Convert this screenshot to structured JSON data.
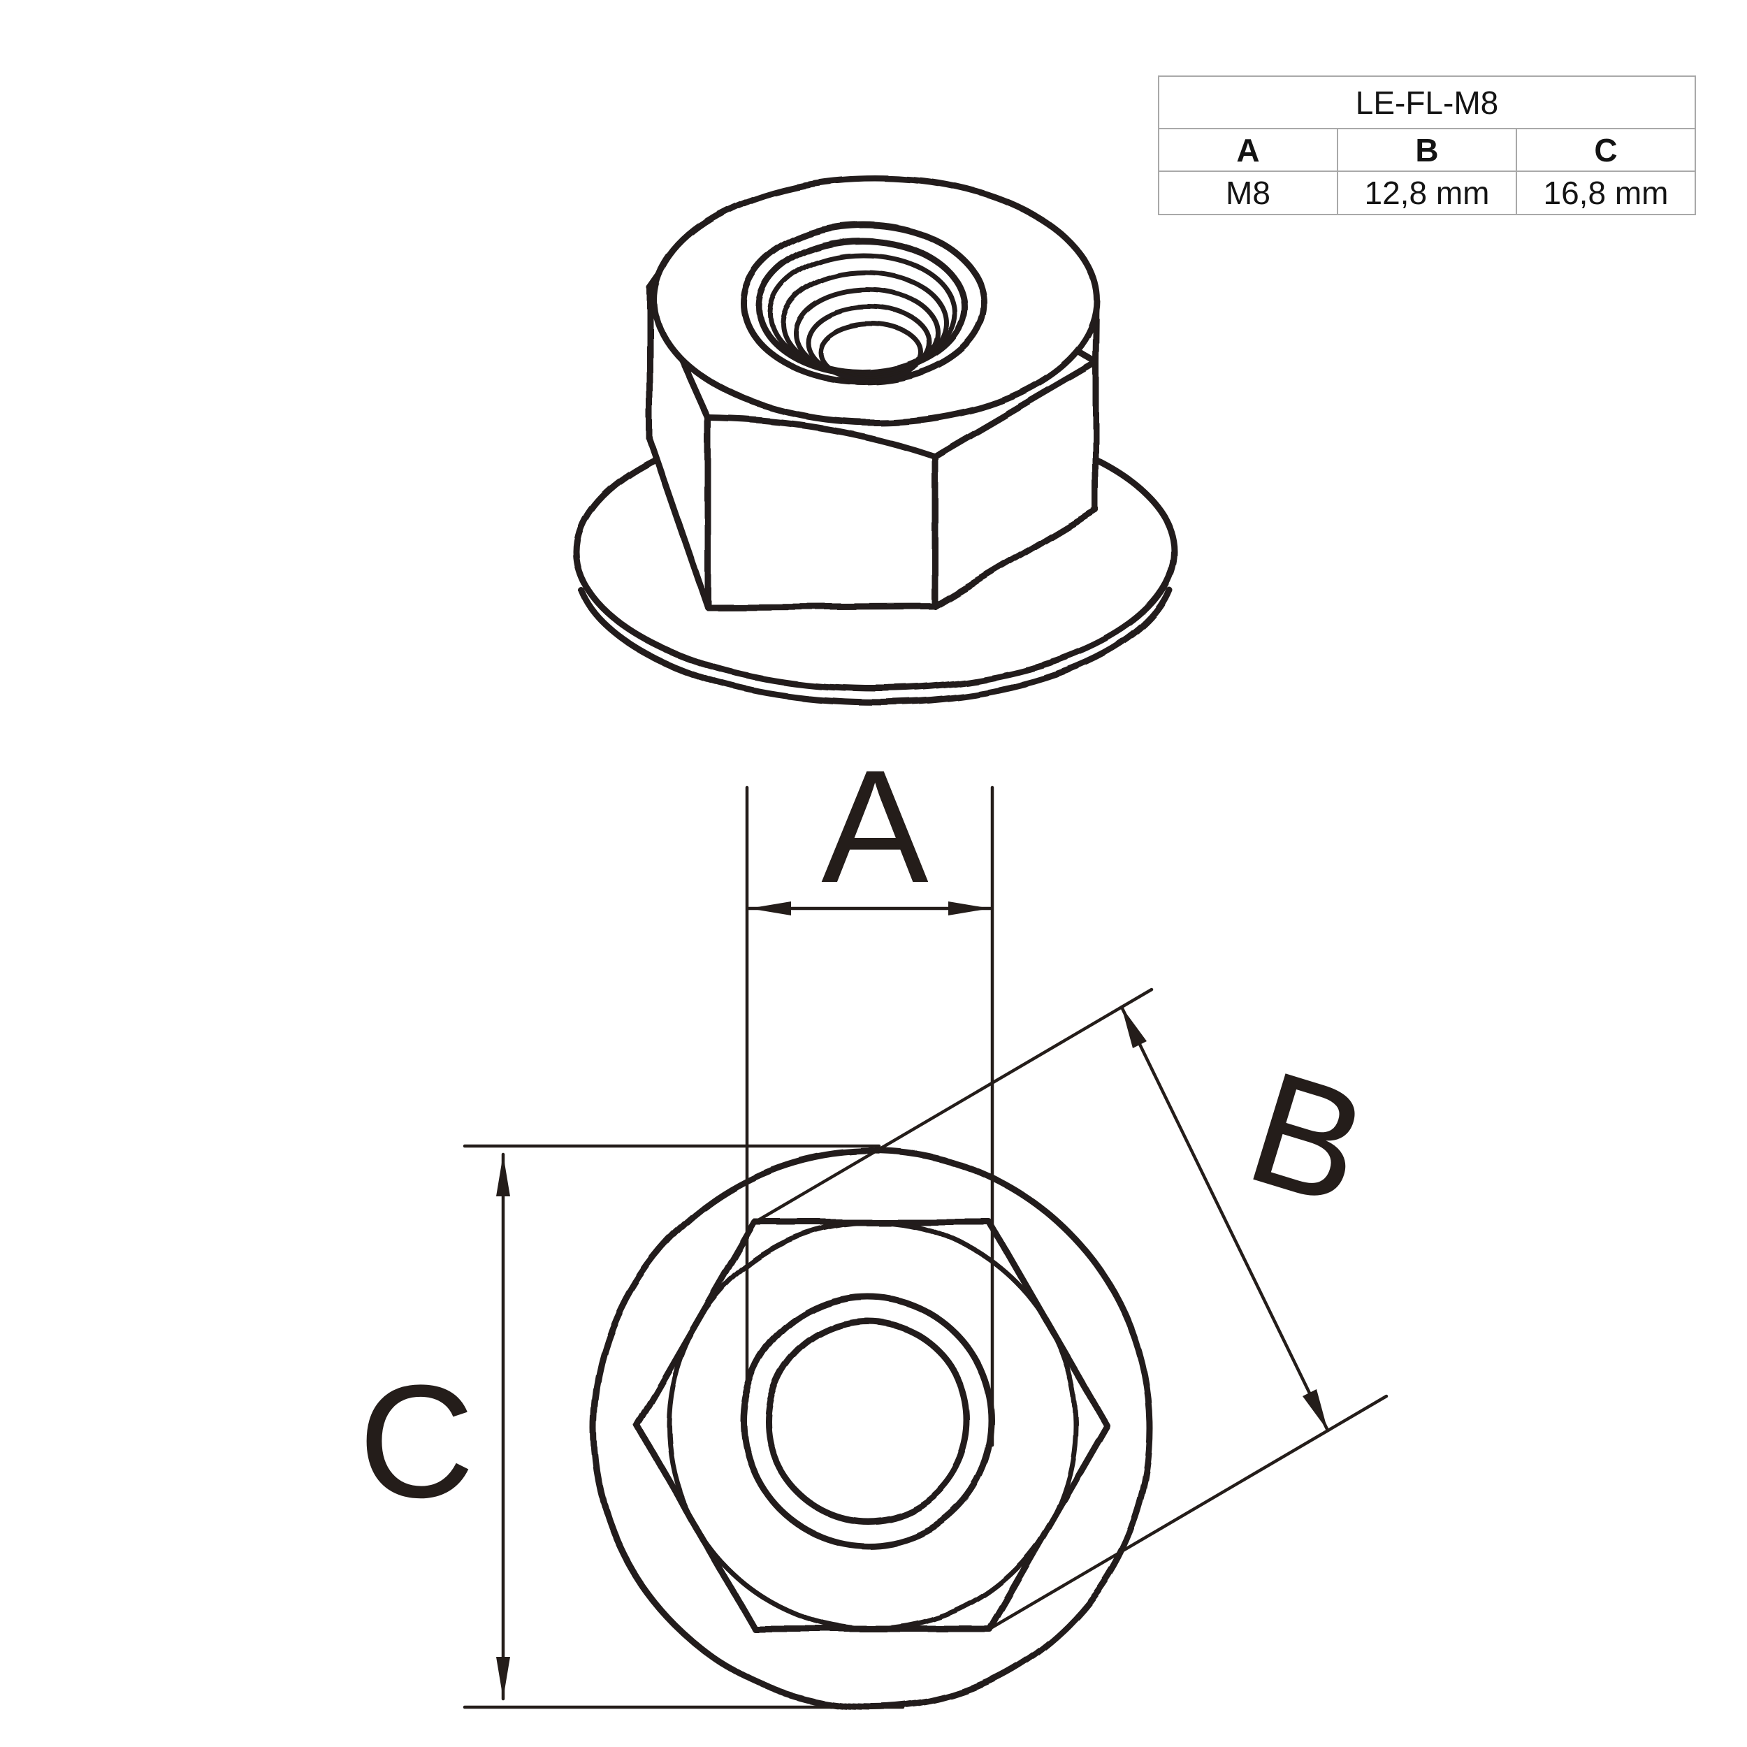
{
  "table": {
    "model": "LE-FL-M8",
    "headers": [
      "A",
      "B",
      "C"
    ],
    "values": [
      "M8",
      "12,8 mm",
      "16,8 mm"
    ]
  },
  "dimensions": {
    "a_label": "A",
    "b_label": "B",
    "c_label": "C"
  },
  "colors": {
    "line": "#241d1a",
    "dimension_line": "#241d1a",
    "table_border": "#a9a9a9",
    "text": "#141414",
    "background": "#ffffff"
  }
}
